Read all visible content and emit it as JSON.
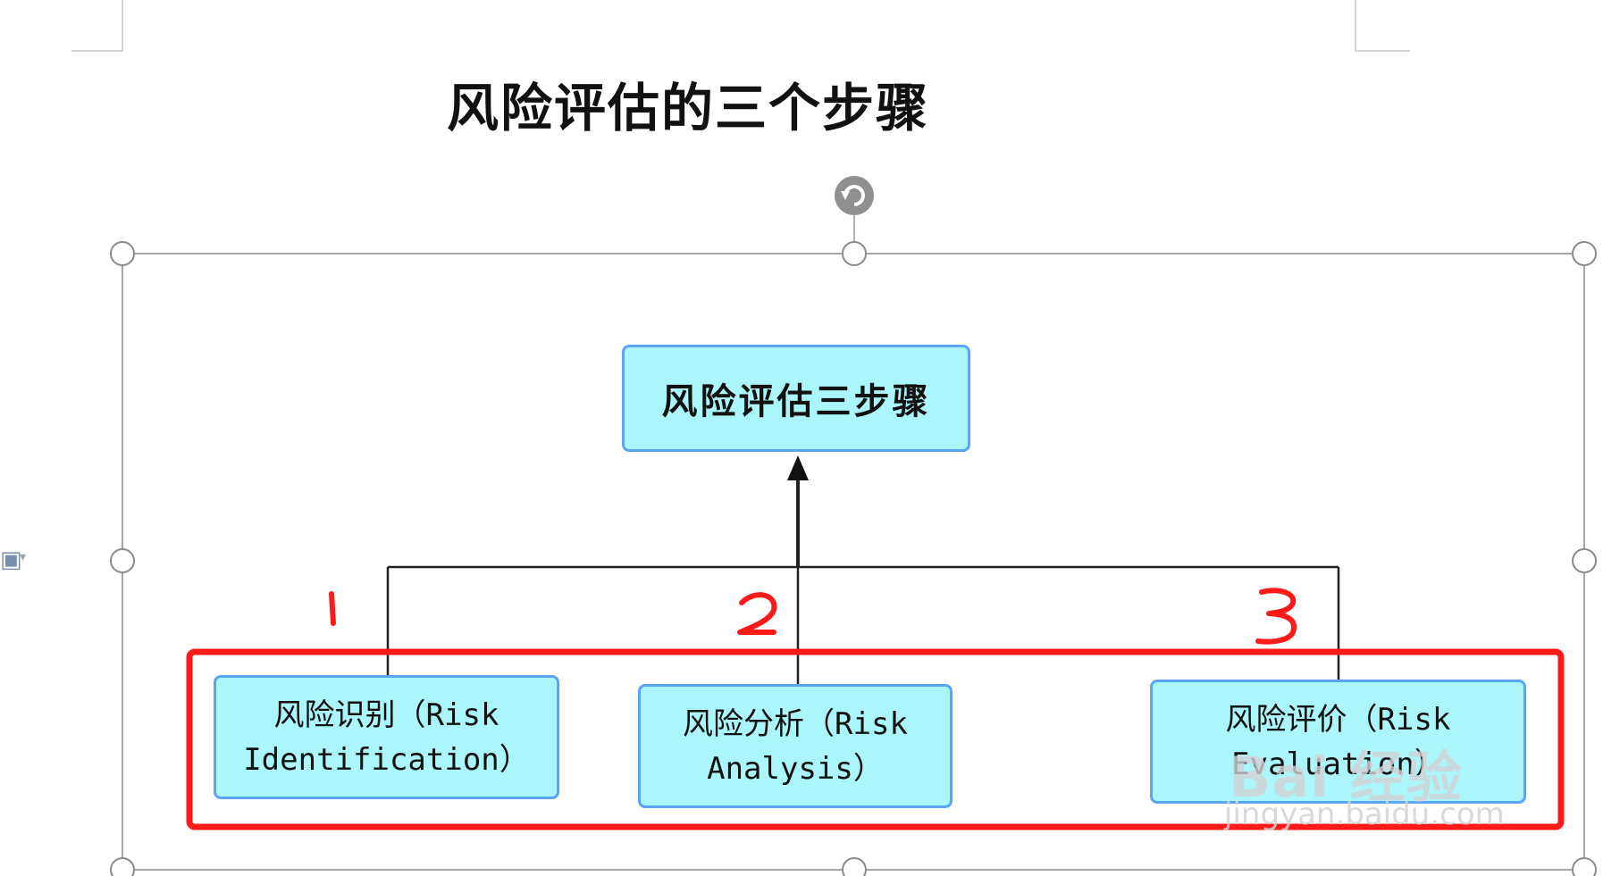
{
  "document": {
    "title": "风险评估的三个步骤"
  },
  "diagram": {
    "root": {
      "label": "风险评估三步骤"
    },
    "children": [
      {
        "line1": "风险识别（Risk",
        "line2": "Identification）",
        "annotation": "1"
      },
      {
        "line1": "风险分析（Risk",
        "line2": "Analysis）",
        "annotation": "2"
      },
      {
        "line1": "风险评价（Risk",
        "line2": "Evaluation）",
        "annotation": "3"
      }
    ]
  },
  "colors": {
    "node_fill": "#aaf6fb",
    "node_border": "#5aa5f5",
    "highlight": "#ff1a1a",
    "connector": "#222222",
    "selection_frame": "#888888"
  },
  "icons": {
    "rotate": "rotate-handle-icon",
    "resize": "resize-handle-icon",
    "side": "layout-options-icon"
  },
  "watermark": {
    "brand": "Bai 经验",
    "url": "jingyan.baidu.com"
  }
}
